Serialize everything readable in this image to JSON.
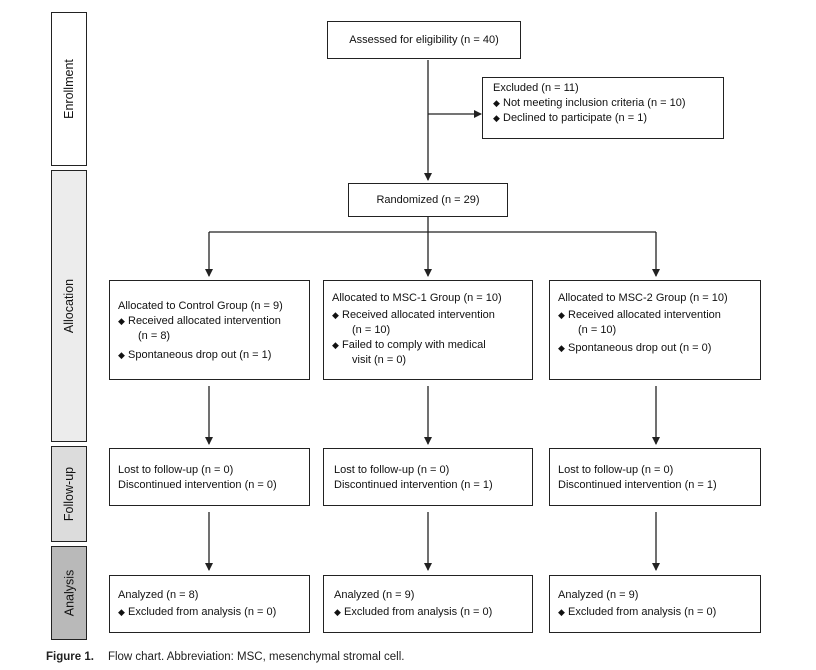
{
  "phases": {
    "enrollment": "Enrollment",
    "allocation": "Allocation",
    "follow_up": "Follow-up",
    "analysis": "Analysis"
  },
  "assessed": "Assessed for eligibility (n = 40)",
  "excluded": {
    "title": "Excluded (n = 11)",
    "items": [
      "Not meeting inclusion criteria (n = 10)",
      "Declined to participate (n = 1)"
    ]
  },
  "randomized": "Randomized (n = 29)",
  "groups": [
    {
      "allocation_title": "Allocated to Control Group (n = 9)",
      "allocation_items": [
        {
          "text": "Received allocated intervention",
          "cont": "(n = 8)"
        },
        {
          "text": "Spontaneous drop out (n = 1)",
          "cont": ""
        }
      ],
      "followup": [
        "Lost to follow-up (n = 0)",
        "Discontinued intervention (n = 0)"
      ],
      "analysis_title": "Analyzed (n = 8)",
      "analysis_item": "Excluded from analysis (n = 0)"
    },
    {
      "allocation_title": "Allocated to MSC-1 Group (n = 10)",
      "allocation_items": [
        {
          "text": "Received allocated intervention",
          "cont": "(n = 10)"
        },
        {
          "text": "Failed to comply with medical",
          "cont": "visit (n = 0)"
        }
      ],
      "followup": [
        "Lost to follow-up (n = 0)",
        "Discontinued intervention (n = 1)"
      ],
      "analysis_title": "Analyzed (n = 9)",
      "analysis_item": "Excluded from analysis (n = 0)"
    },
    {
      "allocation_title": "Allocated to MSC-2 Group (n = 10)",
      "allocation_items": [
        {
          "text": "Received allocated intervention",
          "cont": "(n = 10)"
        },
        {
          "text": "Spontaneous drop out (n = 0)",
          "cont": ""
        }
      ],
      "followup": [
        "Lost to follow-up (n = 0)",
        "Discontinued intervention (n = 1)"
      ],
      "analysis_title": "Analyzed (n = 9)",
      "analysis_item": "Excluded from analysis (n = 0)"
    }
  ],
  "caption": {
    "label": "Figure 1.",
    "text": "Flow chart. Abbreviation: MSC, mesenchymal stromal cell."
  },
  "colors": {
    "enrollment_bg": "#ffffff",
    "allocation_bg": "#ececec",
    "follow_up_bg": "#dcdcdc",
    "analysis_bg": "#b9b9b9",
    "line": "#222222"
  }
}
